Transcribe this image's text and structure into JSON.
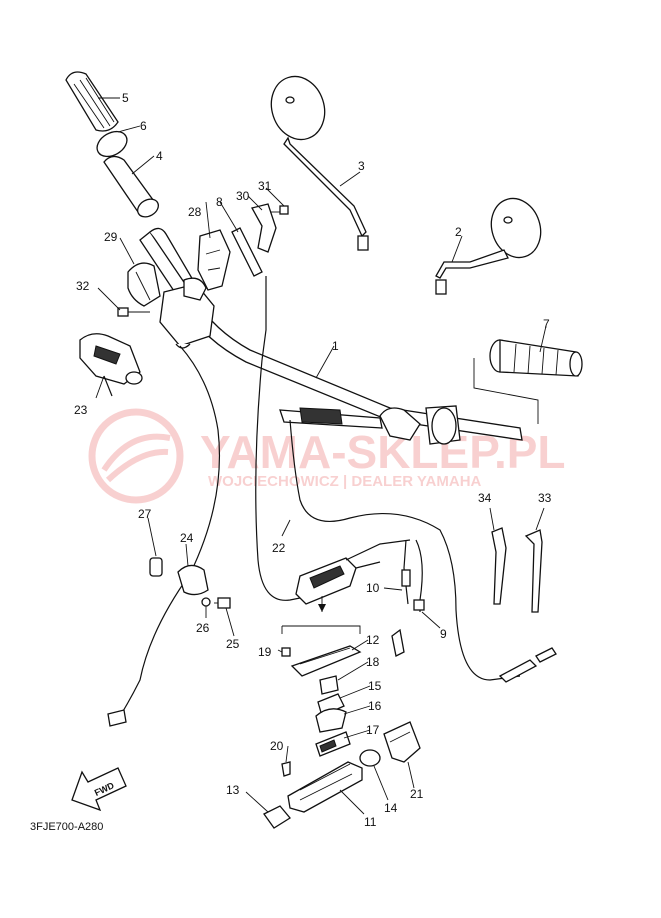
{
  "diagram": {
    "code": "3FJE700-A280",
    "fwd_label": "FWD",
    "watermark": {
      "brand": "YAMA-SKLEP.PL",
      "tagline": "WOJCIECHOWICZ | DEALER YAMAHA",
      "color": "#e03030"
    },
    "callouts": [
      {
        "id": "c1",
        "label": "1"
      },
      {
        "id": "c2",
        "label": "2"
      },
      {
        "id": "c3",
        "label": "3"
      },
      {
        "id": "c4",
        "label": "4"
      },
      {
        "id": "c5",
        "label": "5"
      },
      {
        "id": "c6",
        "label": "6"
      },
      {
        "id": "c7",
        "label": "7"
      },
      {
        "id": "c8",
        "label": "8"
      },
      {
        "id": "c9",
        "label": "9"
      },
      {
        "id": "c10",
        "label": "10"
      },
      {
        "id": "c11",
        "label": "11"
      },
      {
        "id": "c12",
        "label": "12"
      },
      {
        "id": "c13",
        "label": "13"
      },
      {
        "id": "c14",
        "label": "14"
      },
      {
        "id": "c15",
        "label": "15"
      },
      {
        "id": "c16",
        "label": "16"
      },
      {
        "id": "c17",
        "label": "17"
      },
      {
        "id": "c18",
        "label": "18"
      },
      {
        "id": "c19",
        "label": "19"
      },
      {
        "id": "c20",
        "label": "20"
      },
      {
        "id": "c21",
        "label": "21"
      },
      {
        "id": "c22",
        "label": "22"
      },
      {
        "id": "c23",
        "label": "23"
      },
      {
        "id": "c24",
        "label": "24"
      },
      {
        "id": "c25",
        "label": "25"
      },
      {
        "id": "c26",
        "label": "26"
      },
      {
        "id": "c27",
        "label": "27"
      },
      {
        "id": "c28",
        "label": "28"
      },
      {
        "id": "c29",
        "label": "29"
      },
      {
        "id": "c30",
        "label": "30"
      },
      {
        "id": "c31",
        "label": "31"
      },
      {
        "id": "c32",
        "label": "32"
      },
      {
        "id": "c33",
        "label": "33"
      },
      {
        "id": "c34",
        "label": "34"
      }
    ]
  }
}
